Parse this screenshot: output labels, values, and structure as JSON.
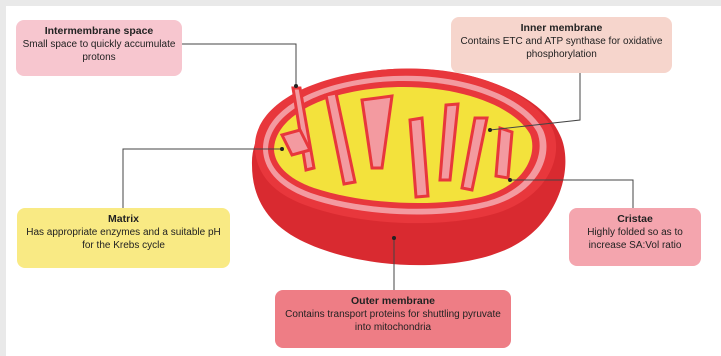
{
  "labels": {
    "intermembrane": {
      "title": "Intermembrane space",
      "desc": "Small space to quickly accumulate protons"
    },
    "inner_membrane": {
      "title": "Inner membrane",
      "desc": "Contains ETC and ATP synthase for oxidative phosphorylation"
    },
    "matrix": {
      "title": "Matrix",
      "desc": "Has appropriate enzymes and a suitable pH for the Krebs cycle"
    },
    "cristae": {
      "title": "Cristae",
      "desc": "Highly folded so as to increase SA:Vol ratio"
    },
    "outer_membrane": {
      "title": "Outer membrane",
      "desc": "Contains transport proteins for shuttling pyruvate into mitochondria"
    }
  },
  "colors": {
    "intermembrane_box": "#f7c6cf",
    "inner_membrane_box": "#f6d5cc",
    "matrix_box": "#f9ea84",
    "cristae_box": "#f4a5ae",
    "outer_membrane_box": "#ee7d85",
    "membrane_red": "#e8373c",
    "matrix_yellow": "#f3e23c",
    "intermembrane_pink": "#f39aa0"
  }
}
